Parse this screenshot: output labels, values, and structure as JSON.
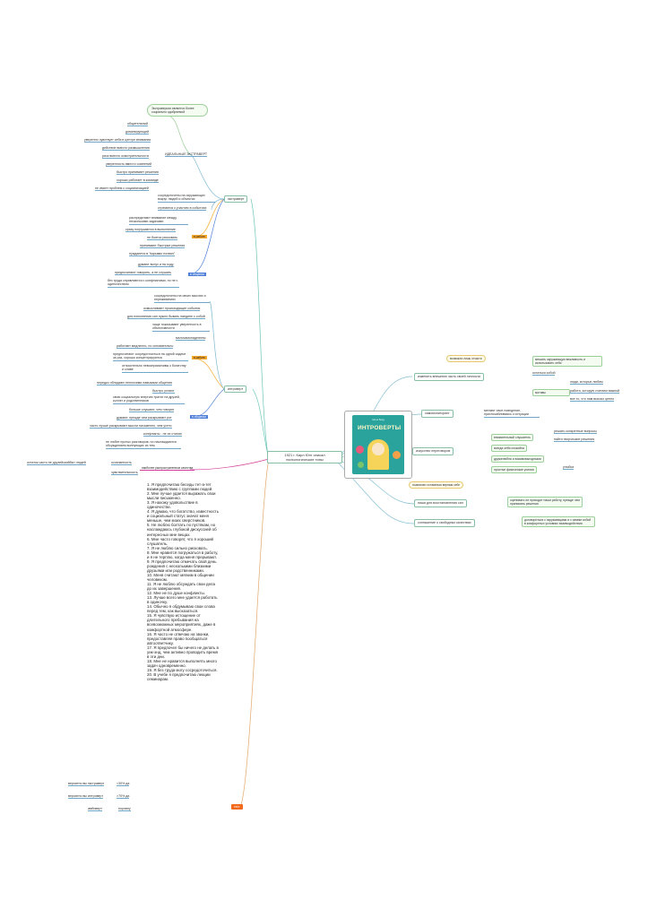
{
  "center": {
    "title": "1921 г. Карл Юнг описал психологические типы"
  },
  "book": {
    "subtitle": "Антон Бонд",
    "title": "ИНТРОВЕРТЫ"
  },
  "left": {
    "extravert": {
      "label": "экстраверт",
      "ideal_bubble": "Экстраверсия является более социально одобряемой",
      "ideal_label": "ИДЕАЛЬНЫЙ ЭКСТРАВЕРТ",
      "ideal_items": [
        "общительный",
        "доминирующий",
        "уверенно чувствует себя в центре внимания",
        "действие вместо размышления",
        "риск вместо осмотрительности",
        "уверенность вместо сомнений",
        "быстро принимает решения",
        "хорошо работает в команде",
        "не имеет проблем с социализацией"
      ],
      "direct_items": [
        "сосредоточены на окружающих вокруг людей и объектах",
        "стремятся к участию в событиях"
      ],
      "work_tag": "в работе",
      "work_items": [
        "распределяют внимание между несколькими задачами",
        "сразу погружаются в выполнение",
        "не боятся рисковать",
        "принимают быстрые решения",
        "нуждаются в \"взрывах похвал\""
      ],
      "comm_tag": "в общении",
      "comm_items": [
        "думают вслух и на ходу",
        "предпочитают говорить, а не слушать",
        "без труда справляются с конфликтами, но не с одиночеством"
      ]
    },
    "introvert": {
      "label": "интроверт",
      "direct_items": [
        "сосредоточены на своих мыслях и переживаниях",
        "осмысливают происходящие события",
        "для пополнения сил нужно бывать наедине с собой",
        "чаще показывают уверенность в объективности",
        "малосамонадеянны"
      ],
      "work_tag": "в работе",
      "work_items": [
        "работают медленно, но основательно",
        "предпочитают сосредоточиться на одной задаче за раз, хорошо концентрируются",
        "относительно невосприимчивы к богатству и славе"
      ],
      "comm_tag": "в общении",
      "comm_items": [
        "нередко обладают неплохими навыками общения",
        "быстро устают",
        "свою социальную энергию тратят на друзей, коллег и родственников",
        "больше слушают, чем говорят",
        "думают, прежде чем раскрывают рот",
        "часто лучше раскрывают мысли письменно, чем устно",
        "конфликты - не их стихия",
        "не любят пустых разговоров, но наслаждаются обсуждением волнующих их тем"
      ],
      "famous_tag": "наиболее распространенные качества",
      "famous_items": [
        "осознанность",
        "чувствительность"
      ],
      "famous_leaf": "остаток часто не друзейскийбыт людей"
    },
    "quiz_items": [
      "1. Я предпочитаю беседы тет-а-тет взаимодействию с группами людей.",
      "2. Мне лучше удается выражать свои мысли письменно.",
      "3. Я нахожу удовольствие в одиночестве.",
      "4. Я думаю, что богатство, известность и социальный статус значат меня меньше, чем моих сверстников.",
      "5. Не люблю болтать по пустякам, но наслаждаюсь глубокой дискуссией об интересных мне вещах.",
      "6. Мне часто говорят, что я хороший слушатель.",
      "7. Я не люблю сильно рисковать.",
      "8. Мне нравится погружаться в работу, и я не терплю, когда меня прерывают.",
      "9. Я предпочитаю отмечать свой день рождения с несколькими близкими друзьями или родственниками.",
      "10. Меня считают мягким в общении человеком.",
      "11. Я не люблю обсуждать свои дела до их завершения.",
      "12. Мне не по душе конфликты.",
      "13. Лучше всего мне удается работать в одиночку.",
      "14. Обычно я обдумываю свои слова перед тем, как высказаться.",
      "15. Я чувствую истощение от длительного пребывания на всевозможных мероприятиях, даже в комфортной атмосфере.",
      "16. Я часто не отвечаю на звонки, предоставляя право пообщаться автоответчику.",
      "17. Я предпочел бы ничего не делать в уик-энд, чем активно проводить время в эти дни.",
      "18. Мне не нравится выполнять много задач одновременно.",
      "19. Я без труда могу сосредоточиться.",
      "20. В учебе я предпочитаю лекции семинарам."
    ],
    "results": [
      {
        "label": "вероятно вы экстраверт",
        "value": "<30% да"
      },
      {
        "label": "вероятно вы интроверт",
        "value": ">70% да"
      },
      {
        "label": "амбиверт",
        "value": "поровну"
      }
    ],
    "test_tag": "тест"
  },
  "right": {
    "n1": {
      "label": "изменить внешнюю часть своей личности",
      "tag": "возможно лишь отчасти",
      "items": [
        "мешать окружающую вежливость и использовать себя",
        "остаться собой",
        "мотивы"
      ],
      "motive_items": [
        "люди, которых любим",
        "работа, которую считаем важной",
        "все то, что нам высоко ценно"
      ]
    },
    "n2": {
      "label": "самомониторинг",
      "desc": "меняют свое поведение, приспосабливаясь к ситуации"
    },
    "n3": {
      "label": "искусство переговоров",
      "items": [
        "внимательный слушатель",
        "всегда себя спокойна",
        "дружелюбна и взаимовыгодными",
        "простые физические усилия"
      ],
      "sub_items": [
        "решать конкретные вопросы",
        "найти творческие решения"
      ],
      "extra": "улыбка"
    },
    "n4": {
      "label": "ниша для восстановления сил",
      "tag": "позволяют оставаться верным себе",
      "desc": "оценивать ли приходят наши работу, прежде чем принимать решения"
    },
    "n5": {
      "label": "соглашение о свободных качествах",
      "desc": "договориться с окружающими и с самим собой в комфортных условиях взаимодействия"
    }
  },
  "bottom_tag": "тест"
}
